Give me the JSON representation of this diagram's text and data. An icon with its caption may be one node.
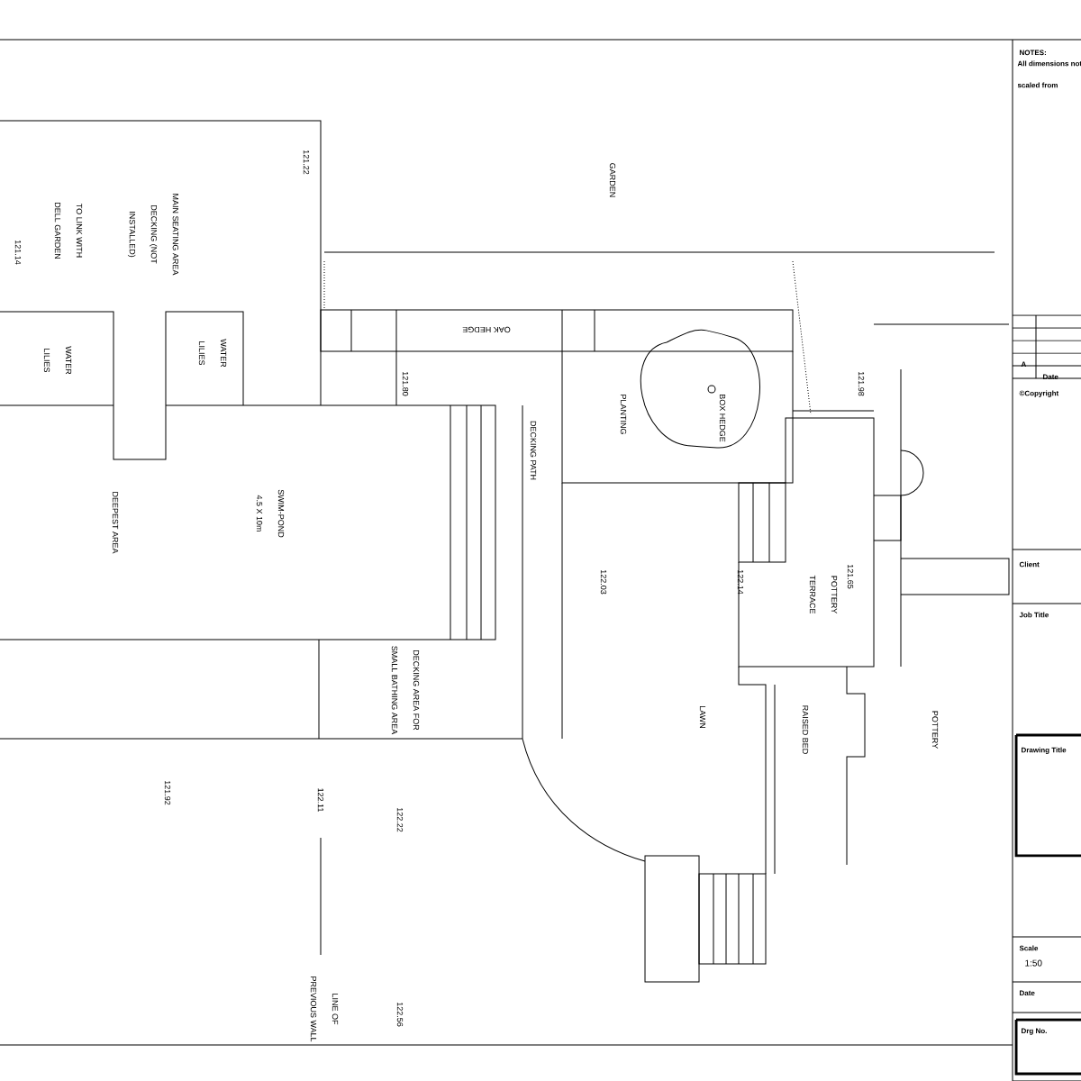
{
  "diagram": {
    "labels": [
      "GARDEN",
      "MAIN SEATING AREA DECKING (NOT INSTALLED)",
      "TO LINK WITH DELL GARDEN",
      "121.14",
      "121.22",
      "WATER LILIES",
      "WATER LILIES",
      "OAK HEDGE",
      "121.80",
      "DECKING PATH",
      "PLANTING",
      "BOX HEDGE",
      "121.98",
      "DEEPEST AREA",
      "SWIM-POND 4.5 X 10m",
      "DECKING AREA FOR SMALL BATHING AREA",
      "122.03",
      "122.14",
      "121.65",
      "POTTERY TERRACE",
      "LAWN",
      "RAISED BED",
      "POTTERY",
      "121.92",
      "122.11",
      "122.22",
      "LINE OF PREVIOUS WALL",
      "122.56",
      "NOTES:",
      "All dimensions not scaled from",
      "A",
      "Date",
      "©Copyright",
      "Client",
      "Job Title",
      "Drawing Title",
      "Scale",
      "1:50",
      "Date",
      "Drg No."
    ]
  }
}
